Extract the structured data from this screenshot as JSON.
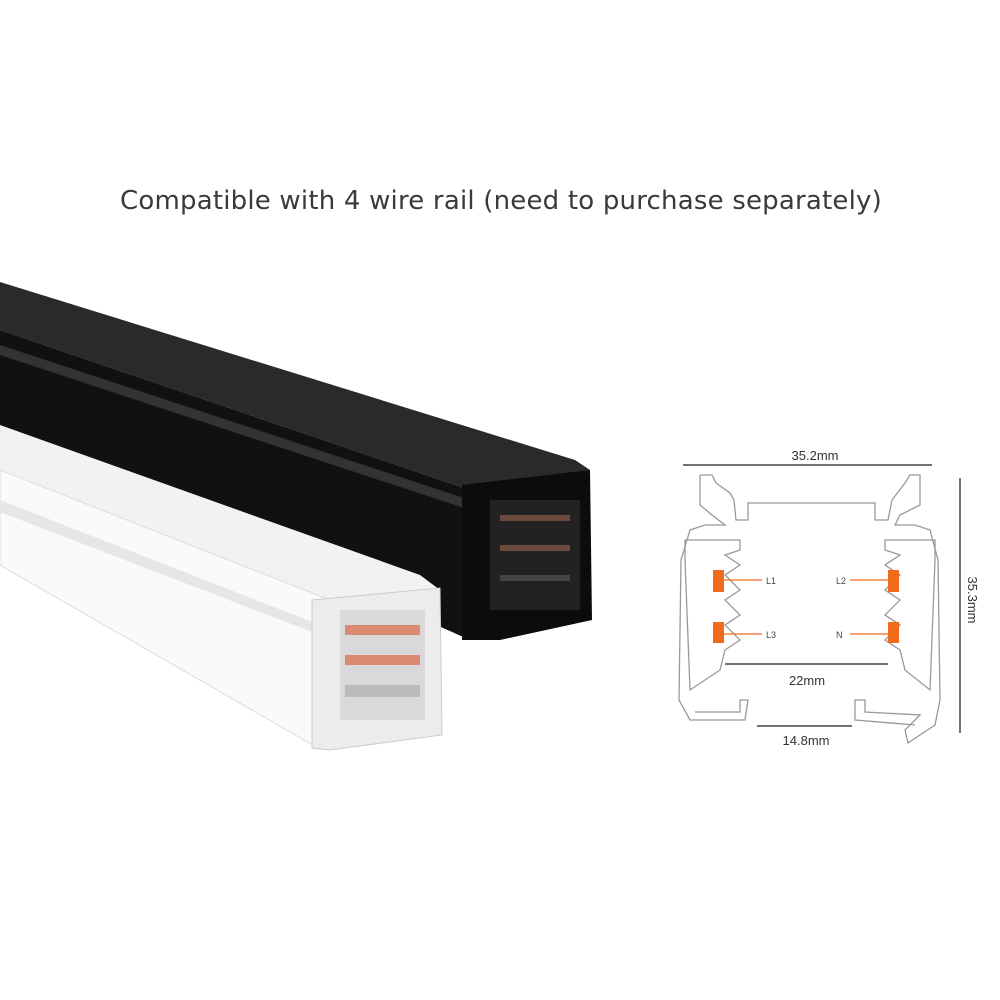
{
  "headline": "Compatible with 4 wire rail (need to purchase separately)",
  "diagram": {
    "width_label": "35.2mm",
    "height_label": "35.3mm",
    "inner_width_label": "22mm",
    "opening_label": "14.8mm",
    "pins": {
      "l1": "L1",
      "l2": "L2",
      "l3": "L3",
      "n": "N"
    },
    "pin_color": "#f26a1b"
  },
  "rails": {
    "colors": [
      "black",
      "white"
    ]
  }
}
